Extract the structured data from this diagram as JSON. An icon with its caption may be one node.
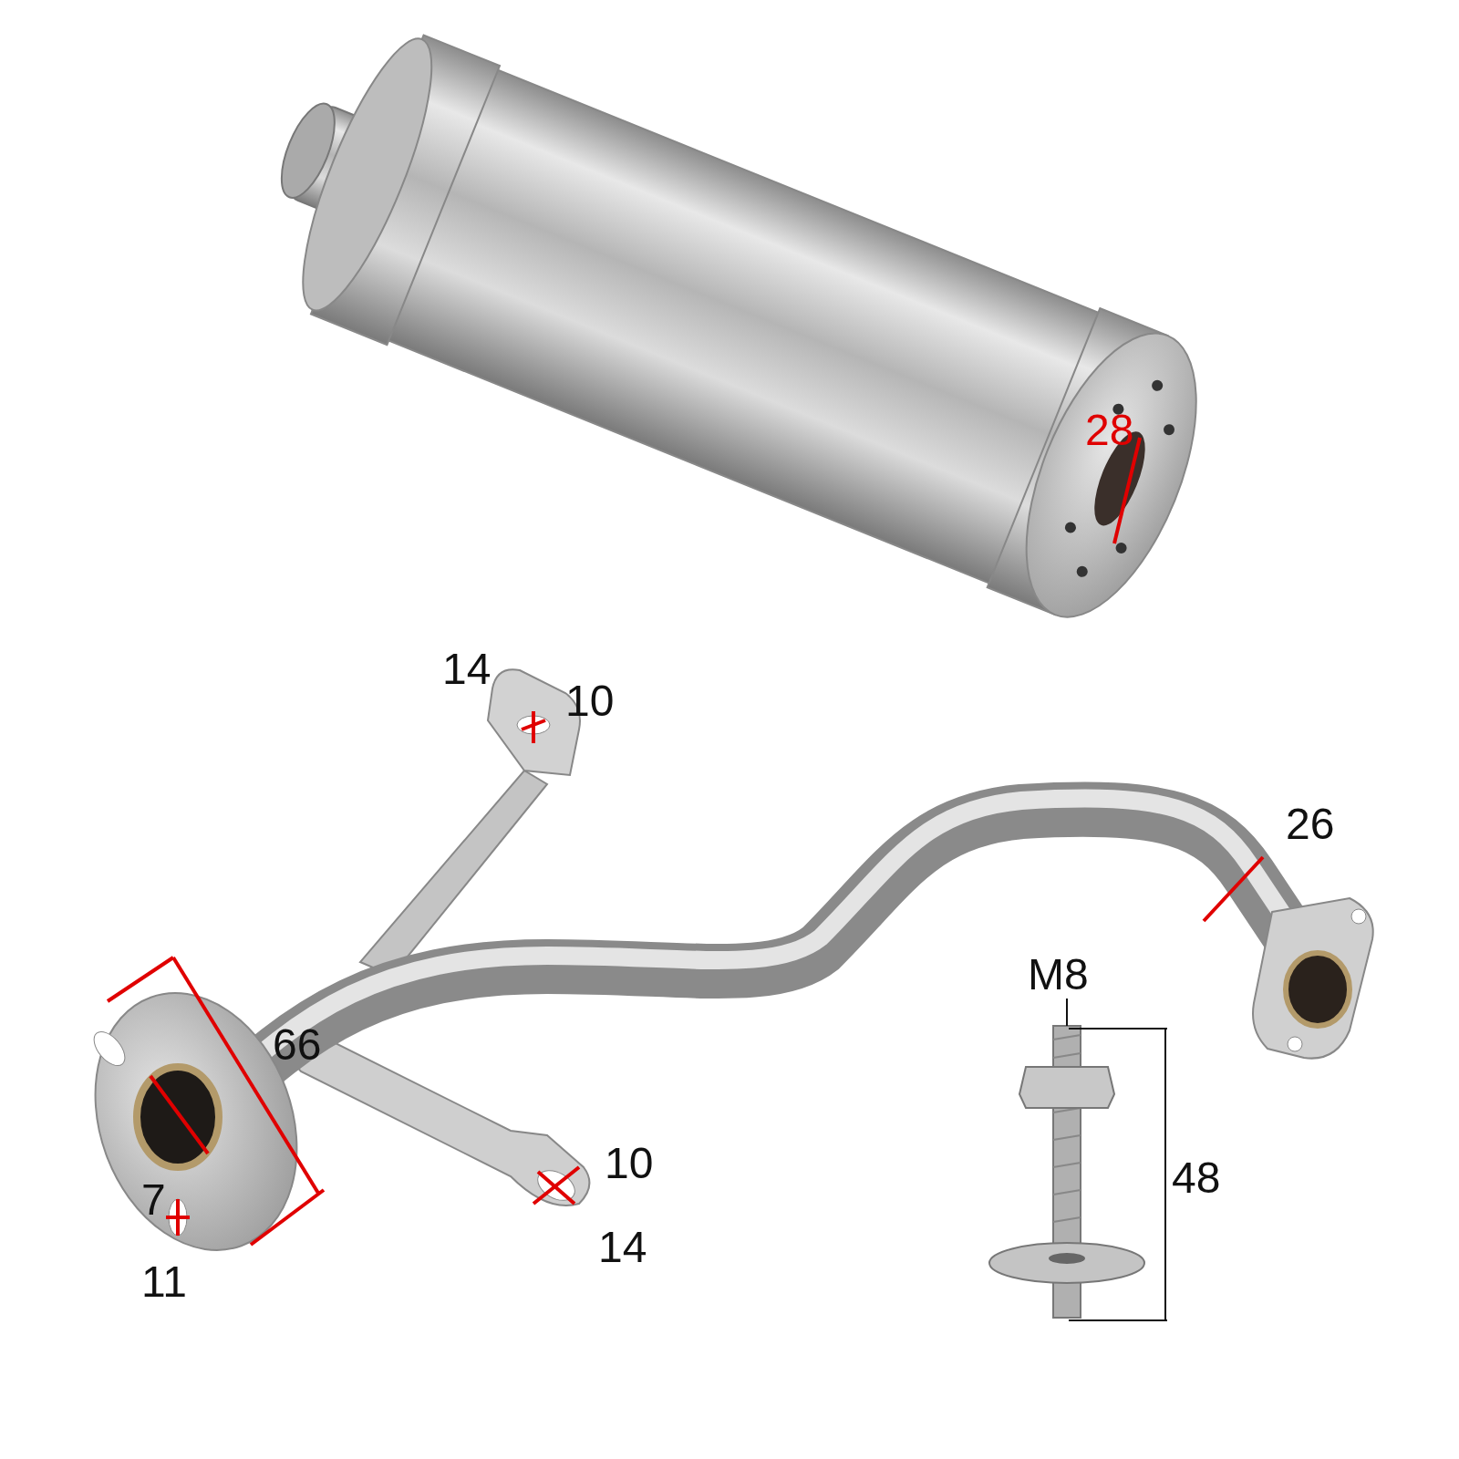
{
  "diagram": {
    "labels": [
      "28",
      "14",
      "10",
      "26",
      "M8",
      "66",
      "10",
      "48",
      "7",
      "14",
      "11"
    ]
  }
}
